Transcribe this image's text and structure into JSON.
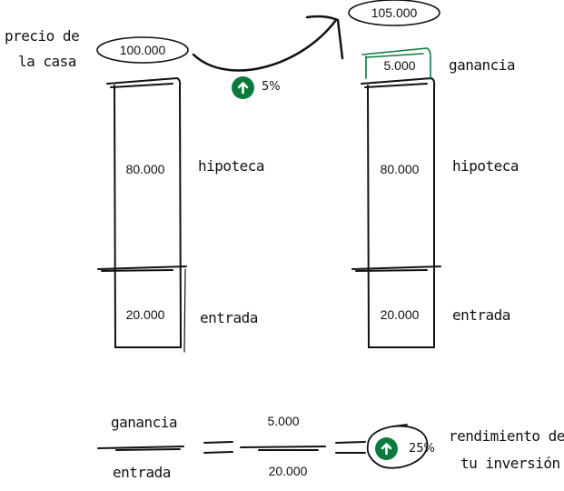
{
  "colors": {
    "accent_green": "#0b7a3e",
    "ink": "#111111"
  },
  "left": {
    "title_line1": "precio de",
    "title_line2": "la casa",
    "price": "100.000",
    "mortgage_value": "80.000",
    "mortgage_label": "hipoteca",
    "down_value": "20.000",
    "down_label": "entrada"
  },
  "growth": {
    "icon": "arrow-up-circle-icon",
    "percent": "5%"
  },
  "right": {
    "price": "105.000",
    "gain_value": "5.000",
    "gain_label": "ganancia",
    "mortgage_value": "80.000",
    "mortgage_label": "hipoteca",
    "down_value": "20.000",
    "down_label": "entrada"
  },
  "formula": {
    "numerator_label": "ganancia",
    "denominator_label": "entrada",
    "numerator_value": "5.000",
    "denominator_value": "20.000",
    "result_icon": "arrow-up-circle-icon",
    "result_percent": "25%",
    "result_label_line1": "rendimiento de",
    "result_label_line2": "tu inversión"
  }
}
